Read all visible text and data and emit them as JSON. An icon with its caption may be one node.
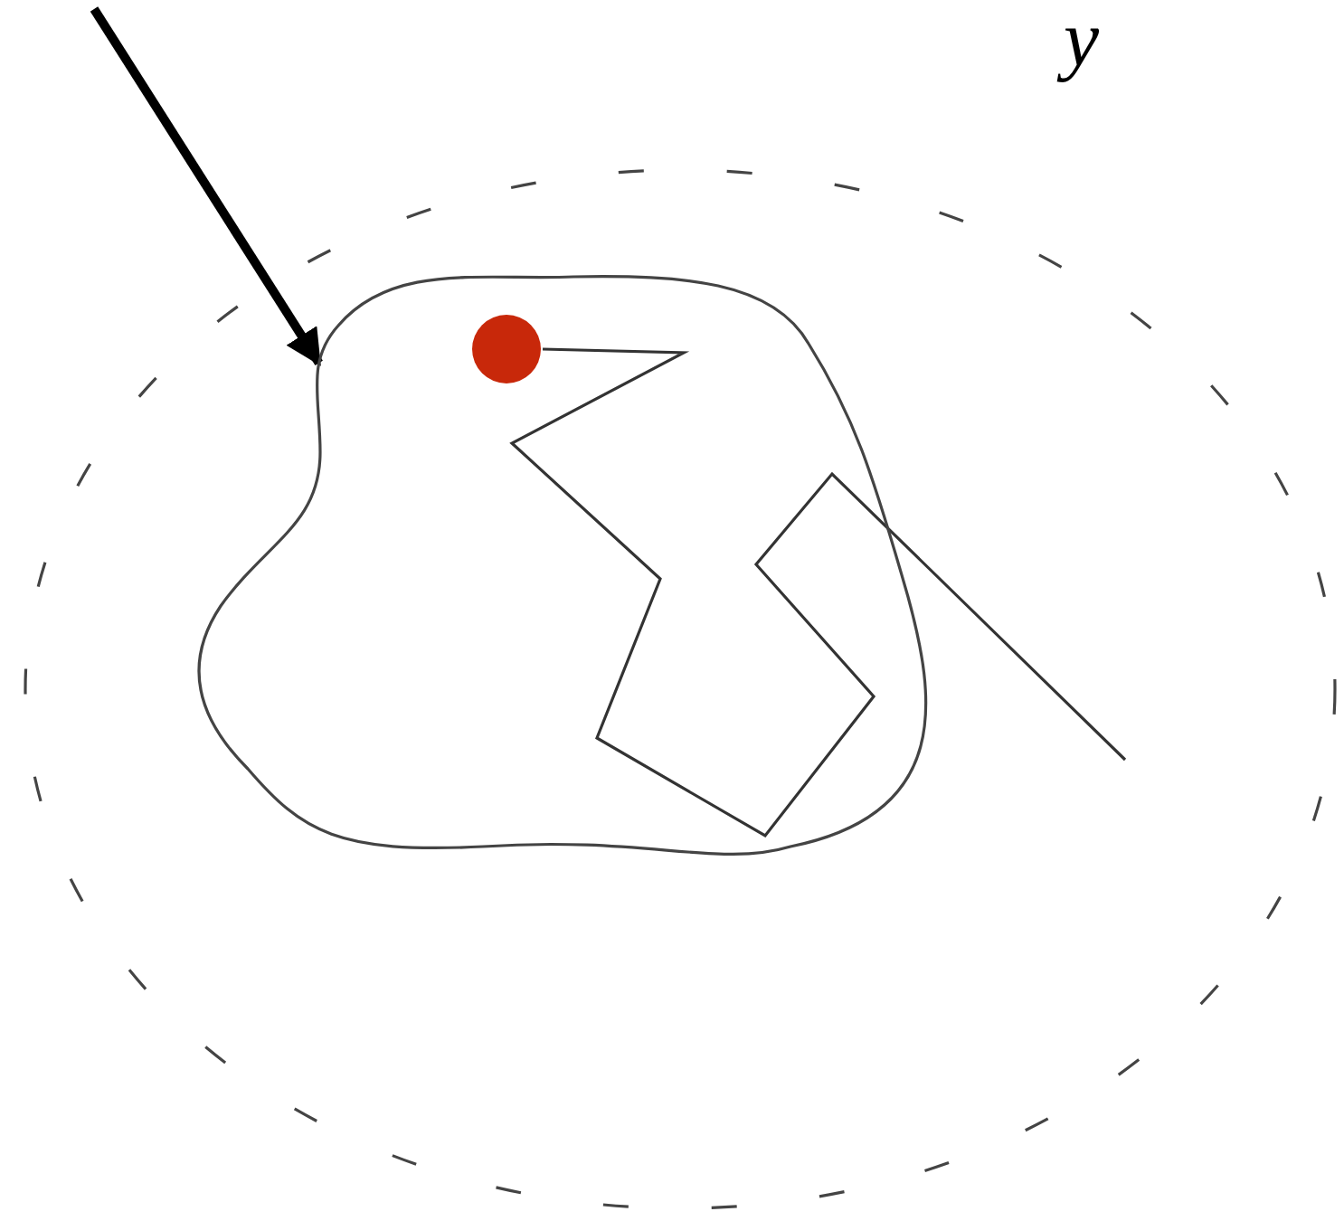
{
  "diagram": {
    "nodes": [
      {
        "text": [],
        "shape": "ellipse"
      },
      {
        "text": [],
        "shape": "blob",
        "in": 0
      },
      {
        "text": [],
        "shape": "circle",
        "in": 1
      }
    ],
    "edges": [
      {
        "from": null,
        "to": 1,
        "arrow": "to",
        "style": "thick"
      },
      {
        "from": 2,
        "to": null,
        "arrow": "none"
      }
    ],
    "labels": [
      "y"
    ]
  }
}
